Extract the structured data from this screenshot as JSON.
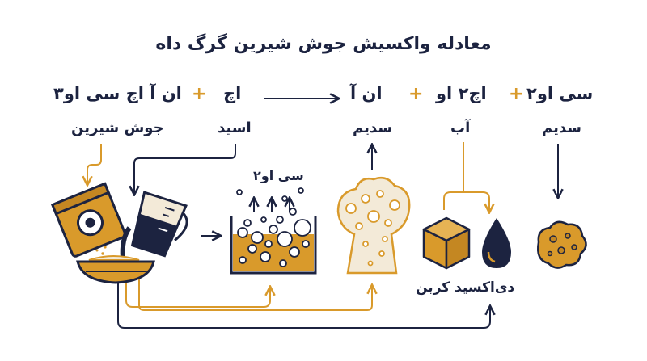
{
  "title": "معادله واکسیش جوش شیرین گرگ داه",
  "terms": {
    "t1": "سی او۲",
    "t2": "اچ۲ او",
    "t3": "ان آ",
    "t4": "اچ",
    "t5": "ان آ اچ سی او۳"
  },
  "labels": {
    "l1": "سدیم",
    "l2": "آب",
    "l3": "سدیم",
    "l4": "اسید",
    "l5": "جوش شیرین"
  },
  "plus": "+",
  "gas_label": "سی او۲",
  "co2_label": "دی‌اکسید کربن",
  "colors": {
    "navy": "#1c2340",
    "gold": "#d99a2b",
    "light": "#f3ead8"
  }
}
